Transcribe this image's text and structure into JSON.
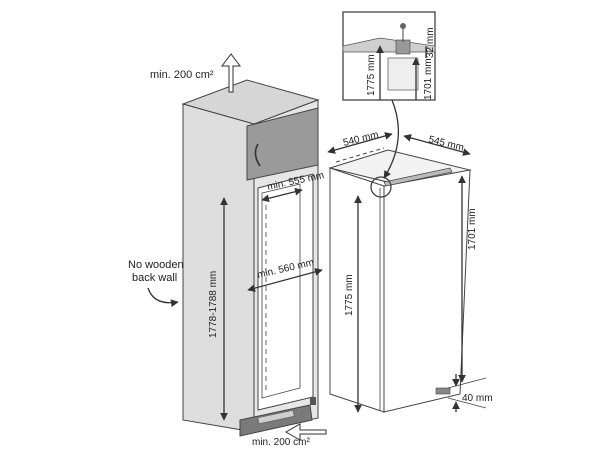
{
  "labels": {
    "top_vent": "min. 200 cm²",
    "bottom_vent": "min. 200 cm²",
    "back_wall_line1": "No wooden",
    "back_wall_line2": "back wall",
    "niche_depth": "min. 555 mm",
    "niche_width": "min. 560 mm",
    "niche_height": "1778-1788 mm",
    "appliance_width": "540 mm",
    "appliance_depth": "545 mm",
    "appliance_height_left": "1775 mm",
    "appliance_height_right": "1701 mm",
    "bottom_gap": "40 mm",
    "detail_height_1775": "1775 mm",
    "detail_height_1701": "1701 mm",
    "detail_gap_32": "32 mm"
  },
  "colors": {
    "cabinet_front": "#e3e3e3",
    "cabinet_side": "#c9c9c9",
    "top_door": "#9a9a9a",
    "appliance": "#ffffff",
    "line": "#444444"
  }
}
